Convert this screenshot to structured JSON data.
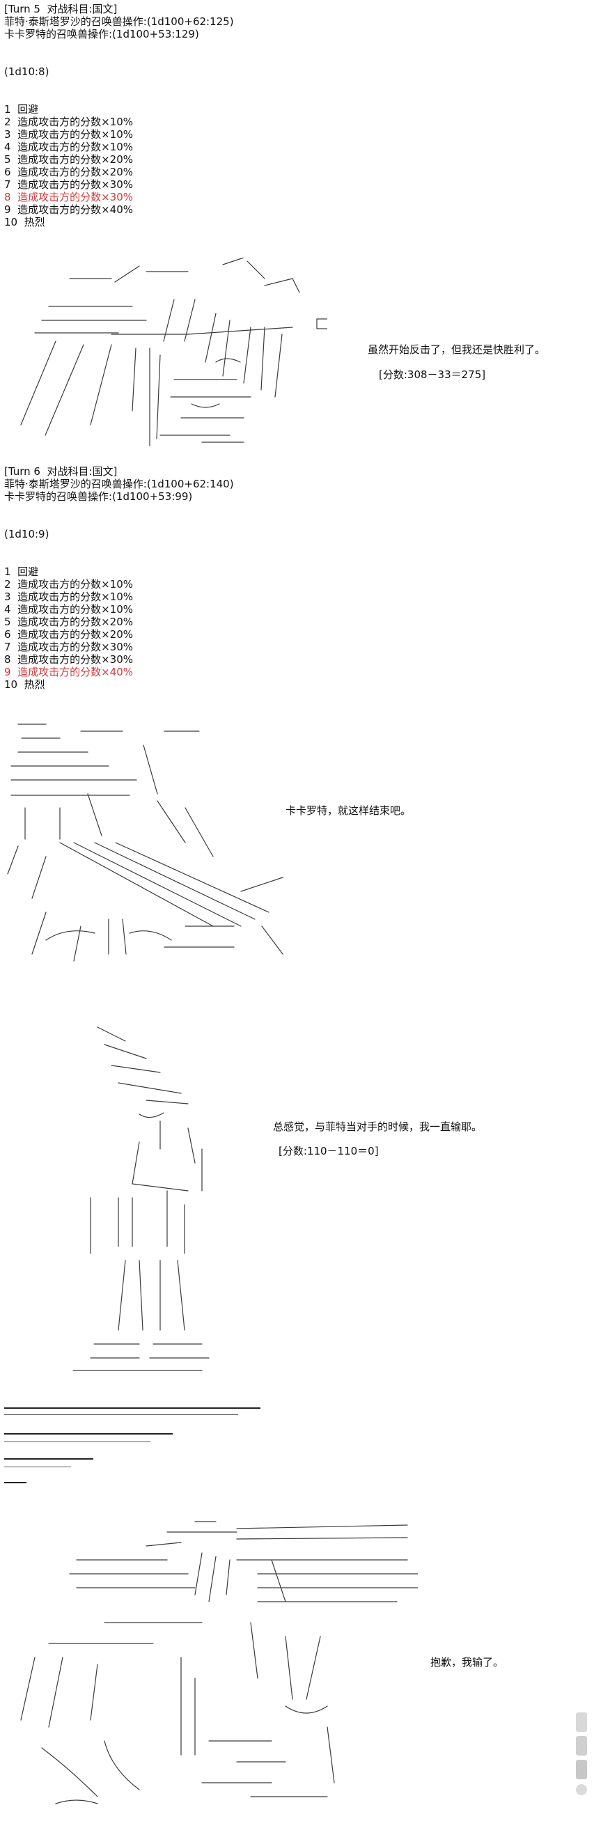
{
  "turn5": {
    "header": "[Turn 5  对战科目:国文]",
    "fei": "菲特·泰斯塔罗沙的召唤兽操作:(1d100+62:125)",
    "kaka": "卡卡罗特的召唤兽操作:(1d100+53:129)",
    "roll": "(1d10:8)",
    "options": [
      "1  回避",
      "2  造成攻击方的分数×10%",
      "3  造成攻击方的分数×10%",
      "4  造成攻击方的分数×10%",
      "5  造成攻击方的分数×20%",
      "6  造成攻击方的分数×20%",
      "7  造成攻击方的分数×30%",
      "8  造成攻击方的分数×30%",
      "9  造成攻击方的分数×40%",
      "10  热烈"
    ],
    "highlight_index": 8,
    "comment": "虽然开始反击了，但我还是快胜利了。",
    "score": "[分数:308－33＝275]"
  },
  "turn6": {
    "header": "[Turn 6  对战科目:国文]",
    "fei": "菲特·泰斯塔罗沙的召唤兽操作:(1d100+62:140)",
    "kaka": "卡卡罗特的召唤兽操作:(1d100+53:99)",
    "roll": "(1d10:9)",
    "options": [
      "1  回避",
      "2  造成攻击方的分数×10%",
      "3  造成攻击方的分数×10%",
      "4  造成攻击方的分数×10%",
      "5  造成攻击方的分数×20%",
      "6  造成攻击方的分数×20%",
      "7  造成攻击方的分数×30%",
      "8  造成攻击方的分数×30%",
      "9  造成攻击方的分数×40%",
      "10  热烈"
    ],
    "highlight_index": 9,
    "comment": "卡卡罗特，就这样结束吧。"
  },
  "scene3": {
    "comment": "总感觉，与菲特当对手的时候，我一直输耶。",
    "score": "[分数:110－110＝0]"
  },
  "scene4": {
    "comment": "抱歉，我输了。"
  },
  "colors": {
    "text": "#111111",
    "highlight": "#d1383a",
    "ascii_art": "#3a3a3a"
  },
  "watermark_icon": "dm5-watermark-icon"
}
